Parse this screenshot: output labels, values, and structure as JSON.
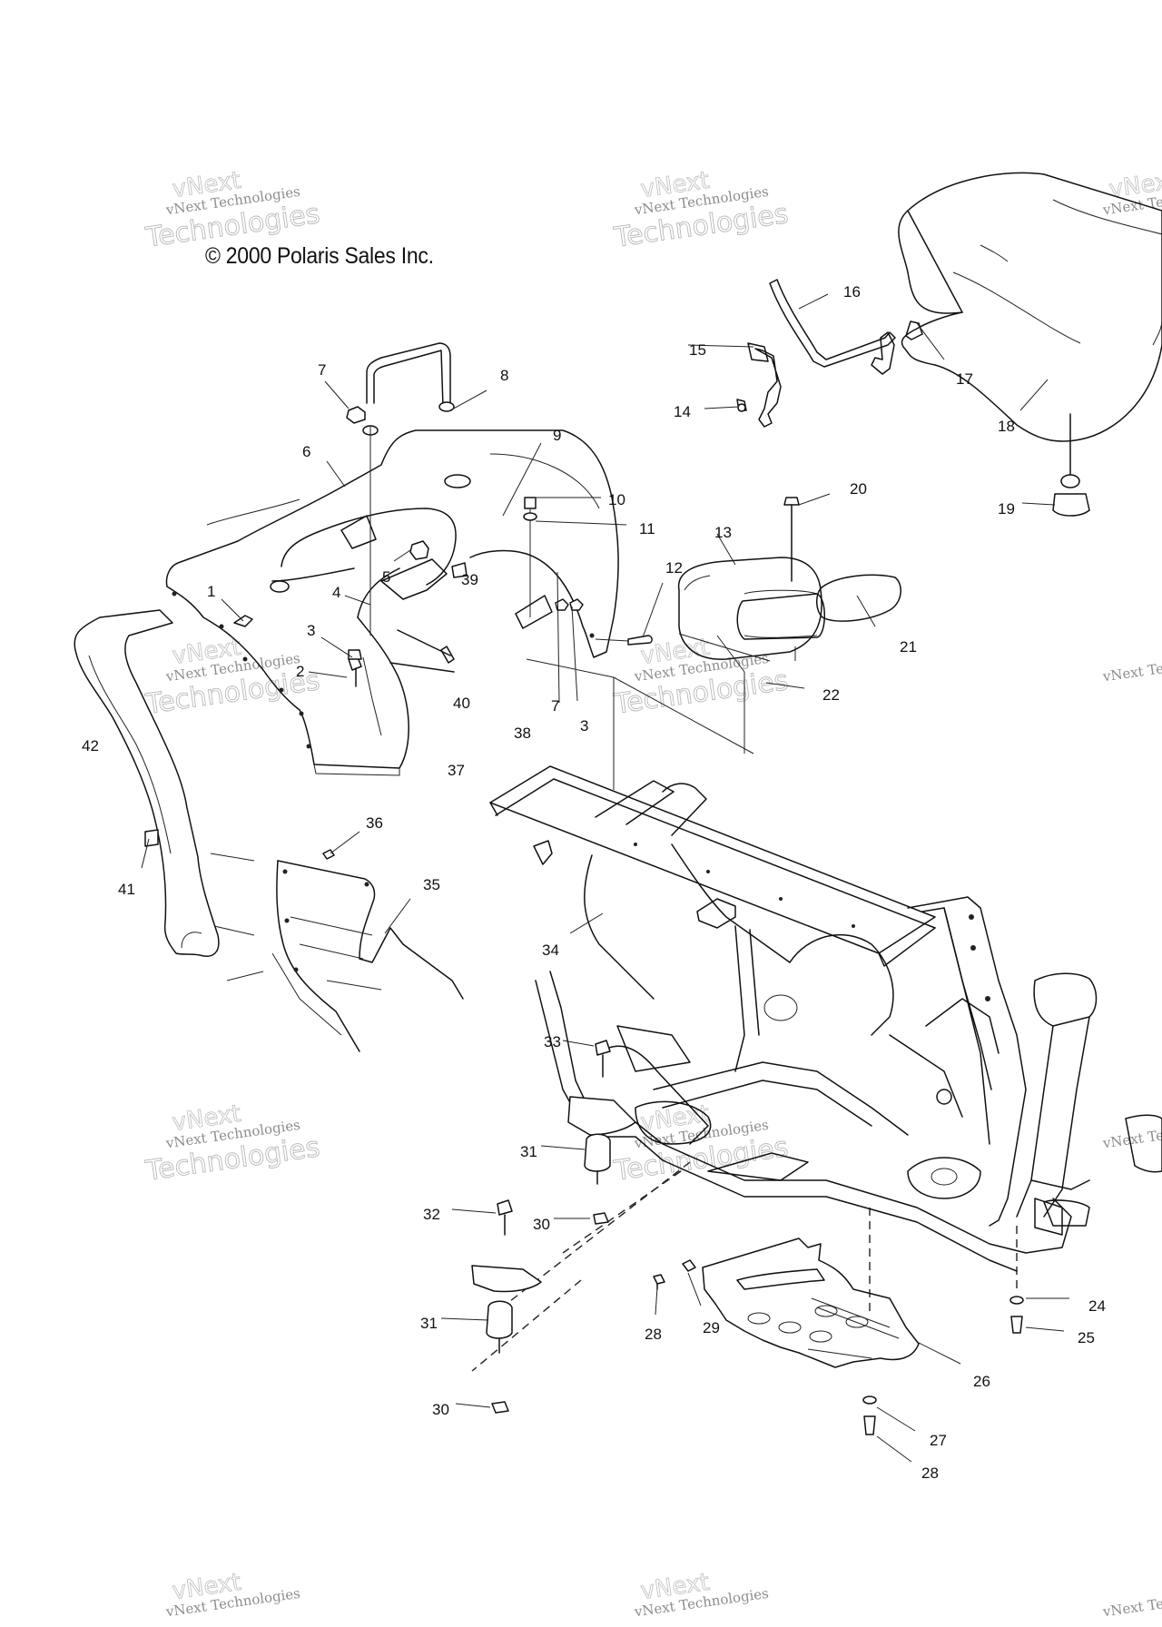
{
  "copyright": "© 2000 Polaris Sales Inc.",
  "watermark": {
    "line1": "vNext Technologies",
    "line2": "Technologies",
    "line3": "vNext"
  },
  "callouts": [
    "1",
    "2",
    "3",
    "3",
    "4",
    "5",
    "6",
    "7",
    "7",
    "8",
    "9",
    "10",
    "11",
    "12",
    "13",
    "14",
    "15",
    "16",
    "17",
    "18",
    "19",
    "20",
    "21",
    "22",
    "24",
    "25",
    "26",
    "27",
    "28",
    "28",
    "29",
    "30",
    "30",
    "31",
    "31",
    "32",
    "33",
    "34",
    "35",
    "36",
    "37",
    "38",
    "39",
    "40",
    "41",
    "42"
  ]
}
